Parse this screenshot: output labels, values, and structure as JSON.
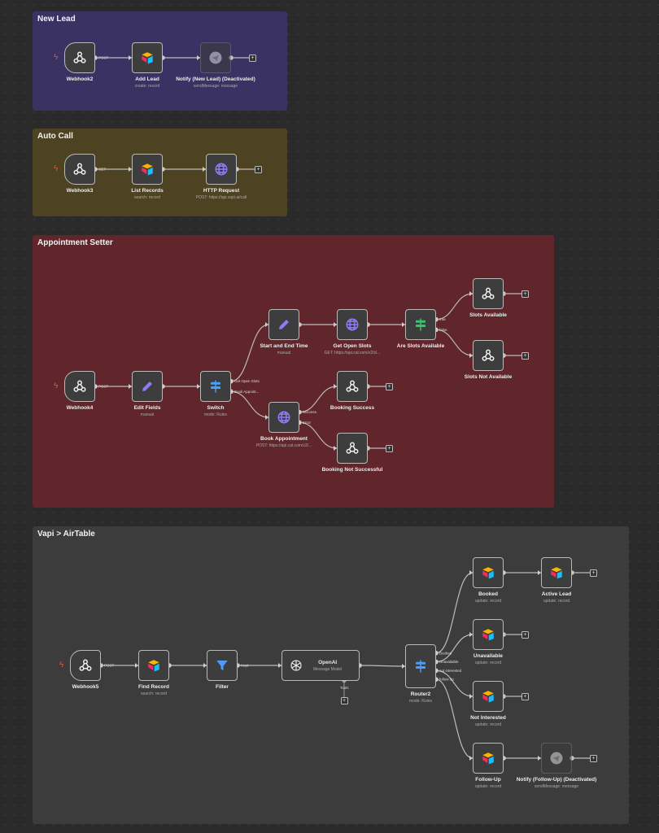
{
  "groups": [
    {
      "id": "g1",
      "title": "New Lead",
      "color": "#3a3262"
    },
    {
      "id": "g2",
      "title": "Auto Call",
      "color": "#4d4322"
    },
    {
      "id": "g3",
      "title": "Appointment Setter",
      "color": "#60262b"
    },
    {
      "id": "g4",
      "title": "Vapi > AirTable",
      "color": "#3c3c3c"
    }
  ],
  "nodes": {
    "webhook2": {
      "label": "Webhook2",
      "sub": "",
      "icon": "webhook-icon"
    },
    "addlead": {
      "label": "Add Lead",
      "sub": "create: record",
      "icon": "airtable-icon"
    },
    "notify1": {
      "label": "Notify (New Lead) (Deactivated)",
      "sub": "sendMessage: message",
      "icon": "telegram-icon"
    },
    "webhook3": {
      "label": "Webhook3",
      "sub": "",
      "icon": "webhook-icon"
    },
    "listrec": {
      "label": "List Records",
      "sub": "search: record",
      "icon": "airtable-icon"
    },
    "http": {
      "label": "HTTP Request",
      "sub": "POST: https://api.vapi.ai/call",
      "icon": "globe-icon"
    },
    "webhook4": {
      "label": "Webhook4",
      "sub": "",
      "icon": "webhook-icon"
    },
    "editfields": {
      "label": "Edit Fields",
      "sub": "manual",
      "icon": "pencil-icon"
    },
    "switch": {
      "label": "Switch",
      "sub": "mode: Rules",
      "icon": "switch-icon"
    },
    "startend": {
      "label": "Start and End Time",
      "sub": "manual",
      "icon": "pencil-icon"
    },
    "getslots": {
      "label": "Get Open Slots",
      "sub": "GET: https://api.cal.com/v2/sl...",
      "icon": "globe-icon"
    },
    "areslots": {
      "label": "Are Slots Available",
      "sub": "",
      "icon": "if-icon"
    },
    "slotsavail": {
      "label": "Slots Available",
      "sub": "",
      "icon": "webhook-icon"
    },
    "slotsnot": {
      "label": "Slots Not Available",
      "sub": "",
      "icon": "webhook-icon"
    },
    "bookappt": {
      "label": "Book Appointment",
      "sub": "POST: https://api.cal.com/v2/...",
      "icon": "globe-icon"
    },
    "booksucc": {
      "label": "Booking Success",
      "sub": "",
      "icon": "webhook-icon"
    },
    "booknot": {
      "label": "Booking Not Successful",
      "sub": "",
      "icon": "webhook-icon"
    },
    "webhook5": {
      "label": "Webhook5",
      "sub": "",
      "icon": "webhook-icon"
    },
    "findrec": {
      "label": "Find Record",
      "sub": "search: record",
      "icon": "airtable-icon"
    },
    "filter": {
      "label": "Filter",
      "sub": "",
      "icon": "filter-icon"
    },
    "openai": {
      "label": "OpenAI",
      "sub": "Message Model",
      "icon": "openai-icon"
    },
    "router2": {
      "label": "Router2",
      "sub": "mode: Rules",
      "icon": "switch-icon"
    },
    "booked": {
      "label": "Booked",
      "sub": "update: record",
      "icon": "airtable-icon"
    },
    "activelead": {
      "label": "Active Lead",
      "sub": "update: record",
      "icon": "airtable-icon"
    },
    "unavail": {
      "label": "Unavailable",
      "sub": "update: record",
      "icon": "airtable-icon"
    },
    "notint": {
      "label": "Not Interested",
      "sub": "update: record",
      "icon": "airtable-icon"
    },
    "followup": {
      "label": "Follow-Up",
      "sub": "update: record",
      "icon": "airtable-icon"
    },
    "notify2": {
      "label": "Notify (Follow-Up) (Deactivated)",
      "sub": "sendMessage: message",
      "icon": "telegram-icon"
    }
  },
  "outputs": {
    "switch": [
      "Get Open Slots",
      "Book Appoint..."
    ],
    "areslots": [
      "true",
      "false"
    ],
    "bookappt": [
      "Success",
      "Error"
    ],
    "router2": [
      "Booked",
      "Unavailable",
      "not interested",
      "follow up"
    ]
  },
  "connections": [
    {
      "from": "webhook2",
      "to": "addlead",
      "out": 0,
      "label": "POST"
    },
    {
      "from": "addlead",
      "to": "notify1",
      "out": 0,
      "label": ""
    },
    {
      "from": "webhook3",
      "to": "listrec",
      "out": 0,
      "label": "GET"
    },
    {
      "from": "listrec",
      "to": "http",
      "out": 0,
      "label": ""
    },
    {
      "from": "webhook4",
      "to": "editfields",
      "out": 0,
      "label": "POST"
    },
    {
      "from": "editfields",
      "to": "switch",
      "out": 0,
      "label": ""
    },
    {
      "from": "switch",
      "to": "startend",
      "out": 0,
      "label": ""
    },
    {
      "from": "switch",
      "to": "bookappt",
      "out": 1,
      "label": ""
    },
    {
      "from": "startend",
      "to": "getslots",
      "out": 0,
      "label": ""
    },
    {
      "from": "getslots",
      "to": "areslots",
      "out": 0,
      "label": ""
    },
    {
      "from": "areslots",
      "to": "slotsavail",
      "out": 0,
      "label": ""
    },
    {
      "from": "areslots",
      "to": "slotsnot",
      "out": 1,
      "label": ""
    },
    {
      "from": "bookappt",
      "to": "booksucc",
      "out": 0,
      "label": ""
    },
    {
      "from": "bookappt",
      "to": "booknot",
      "out": 1,
      "label": ""
    },
    {
      "from": "webhook5",
      "to": "findrec",
      "out": 0,
      "label": "POST"
    },
    {
      "from": "findrec",
      "to": "filter",
      "out": 0,
      "label": ""
    },
    {
      "from": "filter",
      "to": "openai",
      "out": 0,
      "label": "Kept"
    },
    {
      "from": "openai",
      "to": "router2",
      "out": 0,
      "label": ""
    },
    {
      "from": "router2",
      "to": "booked",
      "out": 0,
      "label": ""
    },
    {
      "from": "router2",
      "to": "unavail",
      "out": 1,
      "label": ""
    },
    {
      "from": "router2",
      "to": "notint",
      "out": 2,
      "label": ""
    },
    {
      "from": "router2",
      "to": "followup",
      "out": 3,
      "label": ""
    },
    {
      "from": "booked",
      "to": "activelead",
      "out": 0,
      "label": ""
    },
    {
      "from": "followup",
      "to": "notify2",
      "out": 0,
      "label": ""
    }
  ],
  "plus_after": [
    "notify1",
    "http",
    "slotsavail",
    "slotsnot",
    "booksucc",
    "booknot",
    "activelead",
    "unavail",
    "notint",
    "notify2"
  ],
  "openai_tools_label": "Tools",
  "plus_symbol": "+"
}
